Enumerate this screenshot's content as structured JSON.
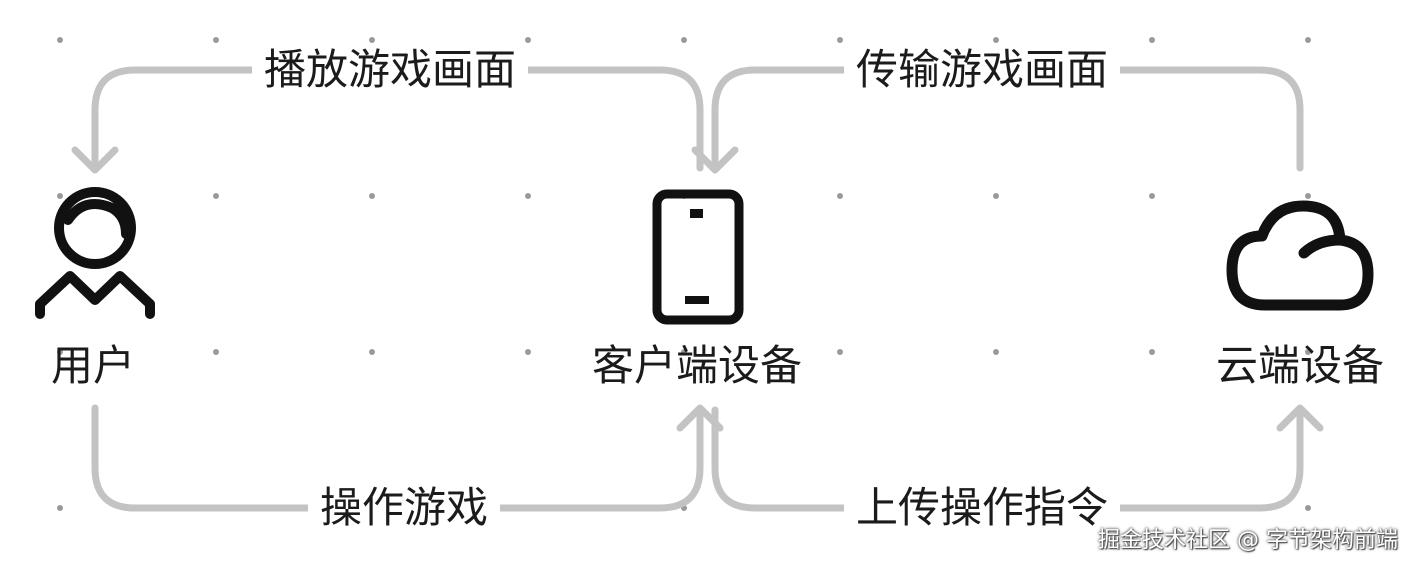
{
  "nodes": {
    "user": {
      "label": "用户",
      "icon": "user-icon"
    },
    "client": {
      "label": "客户端设备",
      "icon": "phone-icon"
    },
    "cloud": {
      "label": "云端设备",
      "icon": "cloud-icon"
    }
  },
  "flows": {
    "play_screen": "播放游戏画面",
    "transmit_screen": "传输游戏画面",
    "operate_game": "操作游戏",
    "upload_commands": "上传操作指令"
  },
  "watermark": "掘金技术社区 @ 字节架构前端",
  "colors": {
    "connector": "#c3c3c3",
    "icon": "#111111",
    "grid_dot": "#9a9a9a",
    "text": "#1b1b1b"
  }
}
